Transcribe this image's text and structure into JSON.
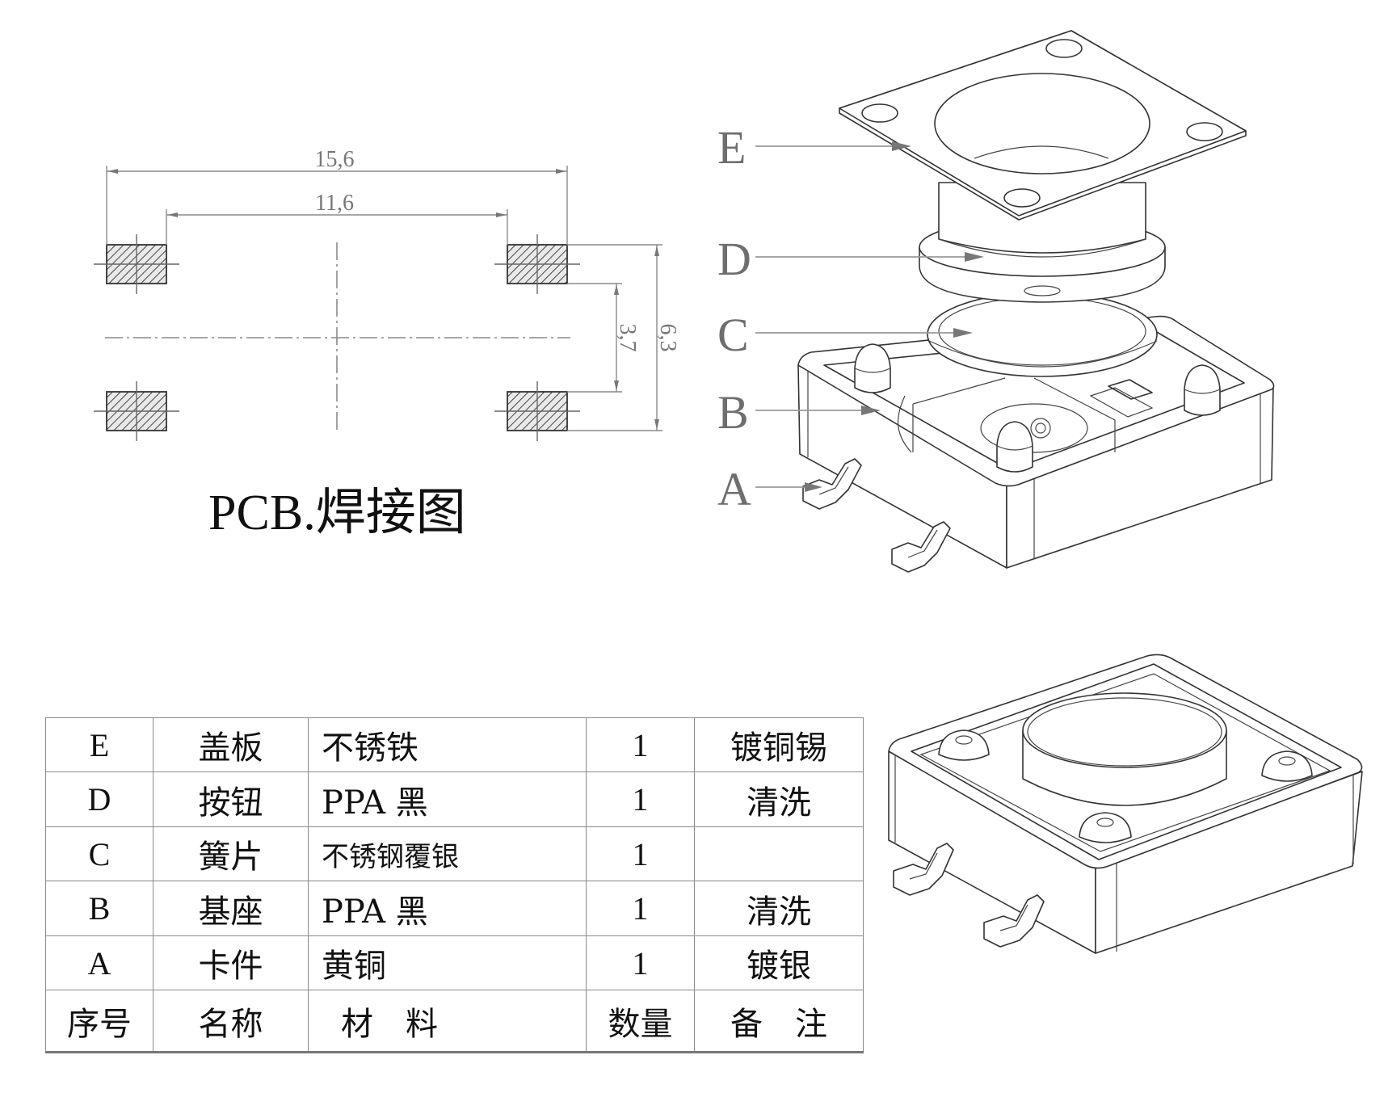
{
  "pcb_layout": {
    "title": "PCB.焊接图",
    "dimensions": {
      "overall_width": "15,6",
      "inner_width": "11,6",
      "inner_height": "3,7",
      "overall_height": "6,3"
    },
    "pad_count": 4
  },
  "exploded_view": {
    "labels": [
      "E",
      "D",
      "C",
      "B",
      "A"
    ]
  },
  "bom_table": {
    "header": {
      "seq": "序号",
      "name": "名称",
      "material": "材　料",
      "qty": "数量",
      "note": "备　注"
    },
    "rows": [
      {
        "seq": "E",
        "name": "盖板",
        "material": "不锈铁",
        "qty": "1",
        "note": "镀铜锡"
      },
      {
        "seq": "D",
        "name": "按钮",
        "material": "PPA 黑",
        "qty": "1",
        "note": "清洗"
      },
      {
        "seq": "C",
        "name": "簧片",
        "material": "不锈钢覆银",
        "qty": "1",
        "note": ""
      },
      {
        "seq": "B",
        "name": "基座",
        "material": "PPA 黑",
        "qty": "1",
        "note": "清洗"
      },
      {
        "seq": "A",
        "name": "卡件",
        "material": "黄铜",
        "qty": "1",
        "note": "镀银"
      }
    ]
  },
  "assembled_view": {
    "description": "assembled tactile switch"
  }
}
